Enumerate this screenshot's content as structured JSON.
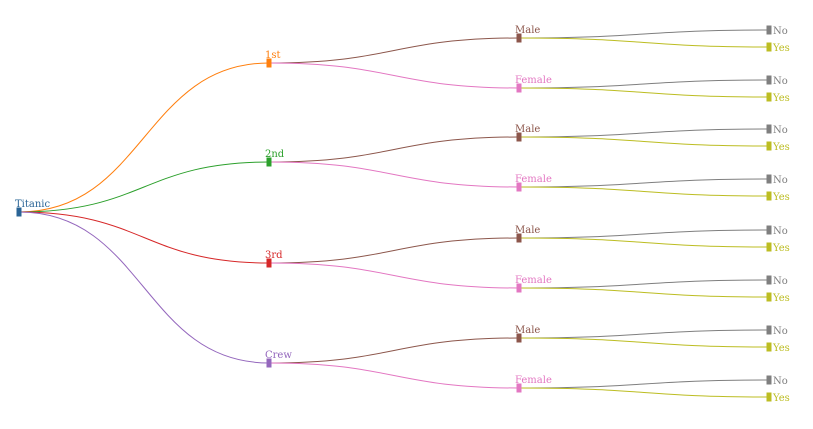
{
  "tree": {
    "root": {
      "label": "Titanic",
      "color": "#2a6496"
    },
    "class_colors": {
      "1st": "#ff7f0e",
      "2nd": "#2ca02c",
      "3rd": "#d62728",
      "Crew": "#9467bd"
    },
    "sex_colors": {
      "Male": "#8c564b",
      "Female": "#e377c2"
    },
    "survival_colors": {
      "No": "#7f7f7f",
      "Yes": "#bcbd22"
    },
    "classes": [
      {
        "label": "1st",
        "children": [
          {
            "label": "Male",
            "children": [
              {
                "label": "No"
              },
              {
                "label": "Yes"
              }
            ]
          },
          {
            "label": "Female",
            "children": [
              {
                "label": "No"
              },
              {
                "label": "Yes"
              }
            ]
          }
        ]
      },
      {
        "label": "2nd",
        "children": [
          {
            "label": "Male",
            "children": [
              {
                "label": "No"
              },
              {
                "label": "Yes"
              }
            ]
          },
          {
            "label": "Female",
            "children": [
              {
                "label": "No"
              },
              {
                "label": "Yes"
              }
            ]
          }
        ]
      },
      {
        "label": "3rd",
        "children": [
          {
            "label": "Male",
            "children": [
              {
                "label": "No"
              },
              {
                "label": "Yes"
              }
            ]
          },
          {
            "label": "Female",
            "children": [
              {
                "label": "No"
              },
              {
                "label": "Yes"
              }
            ]
          }
        ]
      },
      {
        "label": "Crew",
        "children": [
          {
            "label": "Male",
            "children": [
              {
                "label": "No"
              },
              {
                "label": "Yes"
              }
            ]
          },
          {
            "label": "Female",
            "children": [
              {
                "label": "No"
              },
              {
                "label": "Yes"
              }
            ]
          }
        ]
      }
    ]
  }
}
